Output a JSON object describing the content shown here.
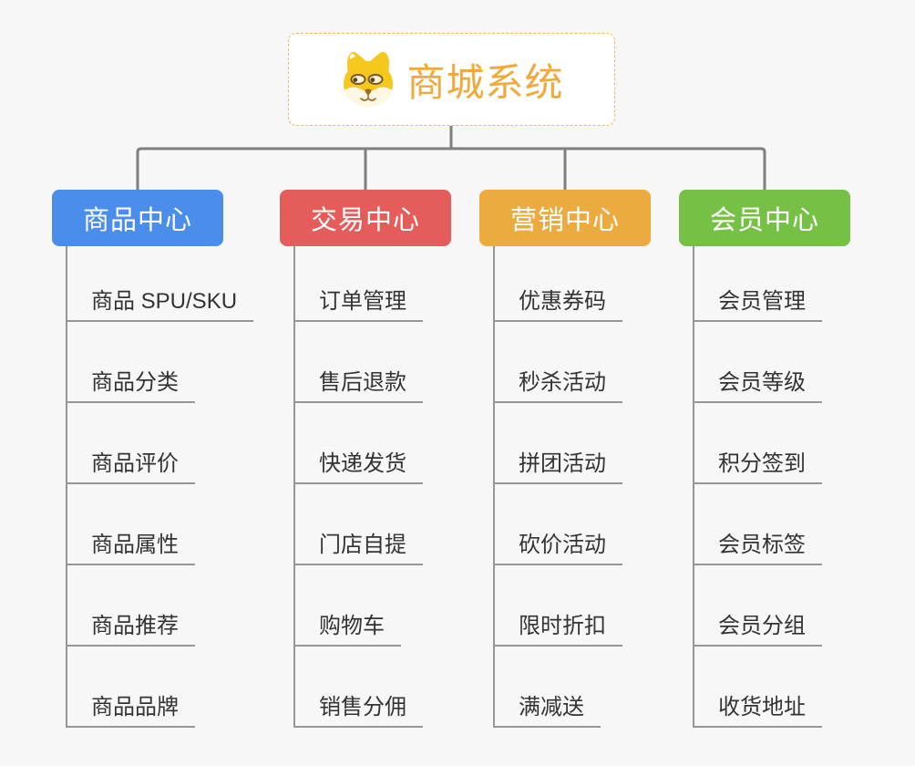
{
  "app": {
    "type": "mind-map-org-chart",
    "background_color": "#f7f7f7"
  },
  "root": {
    "label": "商城系统",
    "icon": "shiba-dog-icon",
    "text_color": "#f1a93c",
    "border_color": "#f0b264",
    "fill_color": "#ffffff"
  },
  "connectors": {
    "color": "#7f7f7f",
    "trunk_color": "#969696"
  },
  "leaf_text_color": "#333333",
  "branches": [
    {
      "label": "商品中心",
      "color": "#4a8dea",
      "children": [
        "商品 SPU/SKU",
        "商品分类",
        "商品评价",
        "商品属性",
        "商品推荐",
        "商品品牌"
      ]
    },
    {
      "label": "交易中心",
      "color": "#e55d5b",
      "children": [
        "订单管理",
        "售后退款",
        "快递发货",
        "门店自提",
        "购物车",
        "销售分佣"
      ]
    },
    {
      "label": "营销中心",
      "color": "#ecab3e",
      "children": [
        "优惠券码",
        "秒杀活动",
        "拼团活动",
        "砍价活动",
        "限时折扣",
        "满减送"
      ]
    },
    {
      "label": "会员中心",
      "color": "#76c046",
      "children": [
        "会员管理",
        "会员等级",
        "积分签到",
        "会员标签",
        "会员分组",
        "收货地址"
      ]
    }
  ]
}
